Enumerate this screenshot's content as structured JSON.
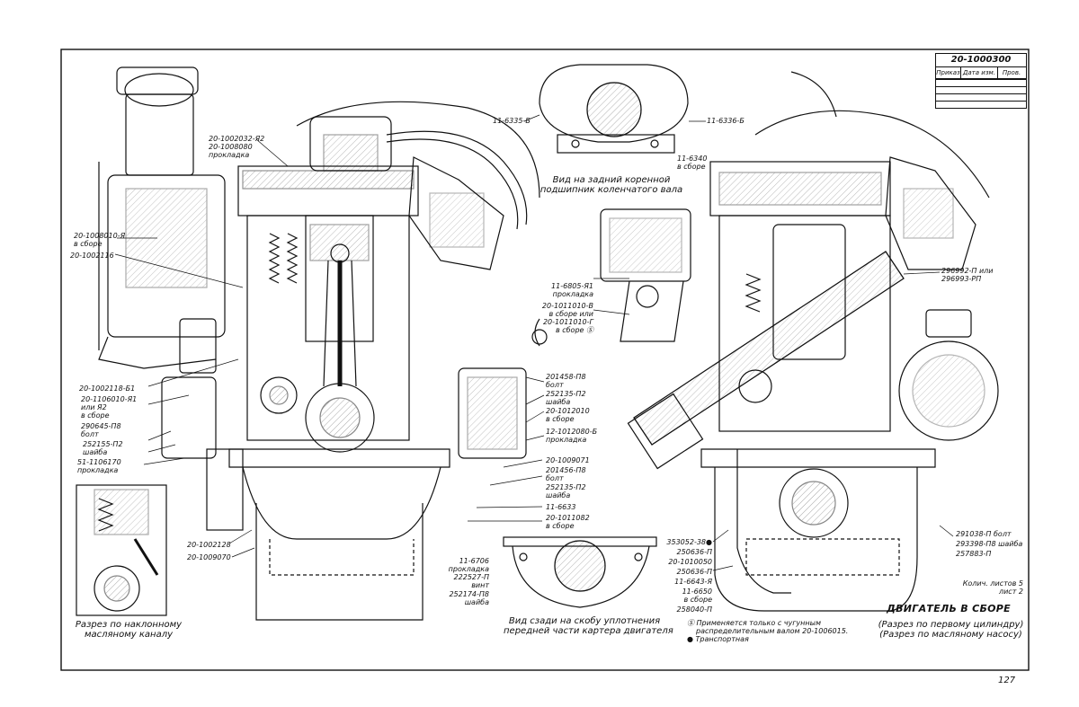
{
  "document": {
    "drawing_number": "20-1000300",
    "stamp_headers": [
      "Приказ",
      "Дата изм.",
      "Пров."
    ],
    "title": "ДВИГАТЕЛЬ В СБОРЕ",
    "subtitle_1": "(Разрез по первому цилиндру)",
    "subtitle_2": "(Разрез по масляному насосу)",
    "sheet_info_1": "Колич. листов 5",
    "sheet_info_2": "лист 2",
    "page_number": "127"
  },
  "captions": {
    "rear_bearing_1": "Вид на задний коренной",
    "rear_bearing_2": "подшипник коленчатого вала",
    "inclined_channel_1": "Разрез по наклонному",
    "inclined_channel_2": "масляному каналу",
    "front_seal_1": "Вид сзади на скобу уплотнения",
    "front_seal_2": "передней части картера двигателя"
  },
  "notes": {
    "note_1": "Ⓢ Применяется только с чугунным",
    "note_2": "распределительным валом 20-1006015.",
    "note_3": "● Транспортная"
  },
  "labels_left": {
    "l1_a": "20-1002032-Я2",
    "l1_b": "20-1008080",
    "l1_c": "прокладка",
    "l2_a": "20-1008010-Я",
    "l2_b": "в сборе",
    "l3": "20-1002116",
    "l4": "20-1002118-Б1",
    "l5_a": "20-1106010-Я1",
    "l5_b": "или Я2",
    "l5_c": "в сборе",
    "l6_a": "290645-П8",
    "l6_b": "болт",
    "l7_a": "252155-П2",
    "l7_b": "шайба",
    "l8_a": "51-1106170",
    "l8_b": "прокладка",
    "l9": "20-1002128",
    "l10": "20-1009070"
  },
  "labels_center": {
    "c1": "11-6335-Б",
    "c2": "11-6336-Б",
    "c3_a": "11-6340",
    "c3_b": "в сборе",
    "c4_a": "201458-П8",
    "c4_b": "болт",
    "c5_a": "252135-П2",
    "c5_b": "шайба",
    "c6_a": "20-1012010",
    "c6_b": "в сборе",
    "c7_a": "12-1012080-Б",
    "c7_b": "прокладка",
    "c8": "20-1009071",
    "c9_a": "201456-П8",
    "c9_b": "болт",
    "c10_a": "252135-П2",
    "c10_b": "шайба",
    "c11": "11-6633",
    "c12_a": "20-1011082",
    "c12_b": "в сборе",
    "c13_a": "11-6706",
    "c13_b": "прокладка",
    "c14_a": "222527-П",
    "c14_b": "винт",
    "c15_a": "252174-П8",
    "c15_b": "шайба",
    "c16_a": "11-6805-Я1",
    "c16_b": "прокладка",
    "c17_a": "20-1011010-В",
    "c17_b": "в сборе или",
    "c17_c": "20-1011010-Г",
    "c17_d": "в сборе Ⓢ"
  },
  "labels_right": {
    "r1_a": "296992-П или",
    "r1_b": "296993-РП",
    "r2": "353052-38●",
    "r3": "250636-П",
    "r4": "20-1010050",
    "r5": "250636-П",
    "r6": "11-6643-Я",
    "r7_a": "11-6650",
    "r7_b": "в сборе",
    "r8": "258040-П",
    "r9": "291038-П болт",
    "r10": "293398-П8 шайба",
    "r11": "257883-П"
  }
}
